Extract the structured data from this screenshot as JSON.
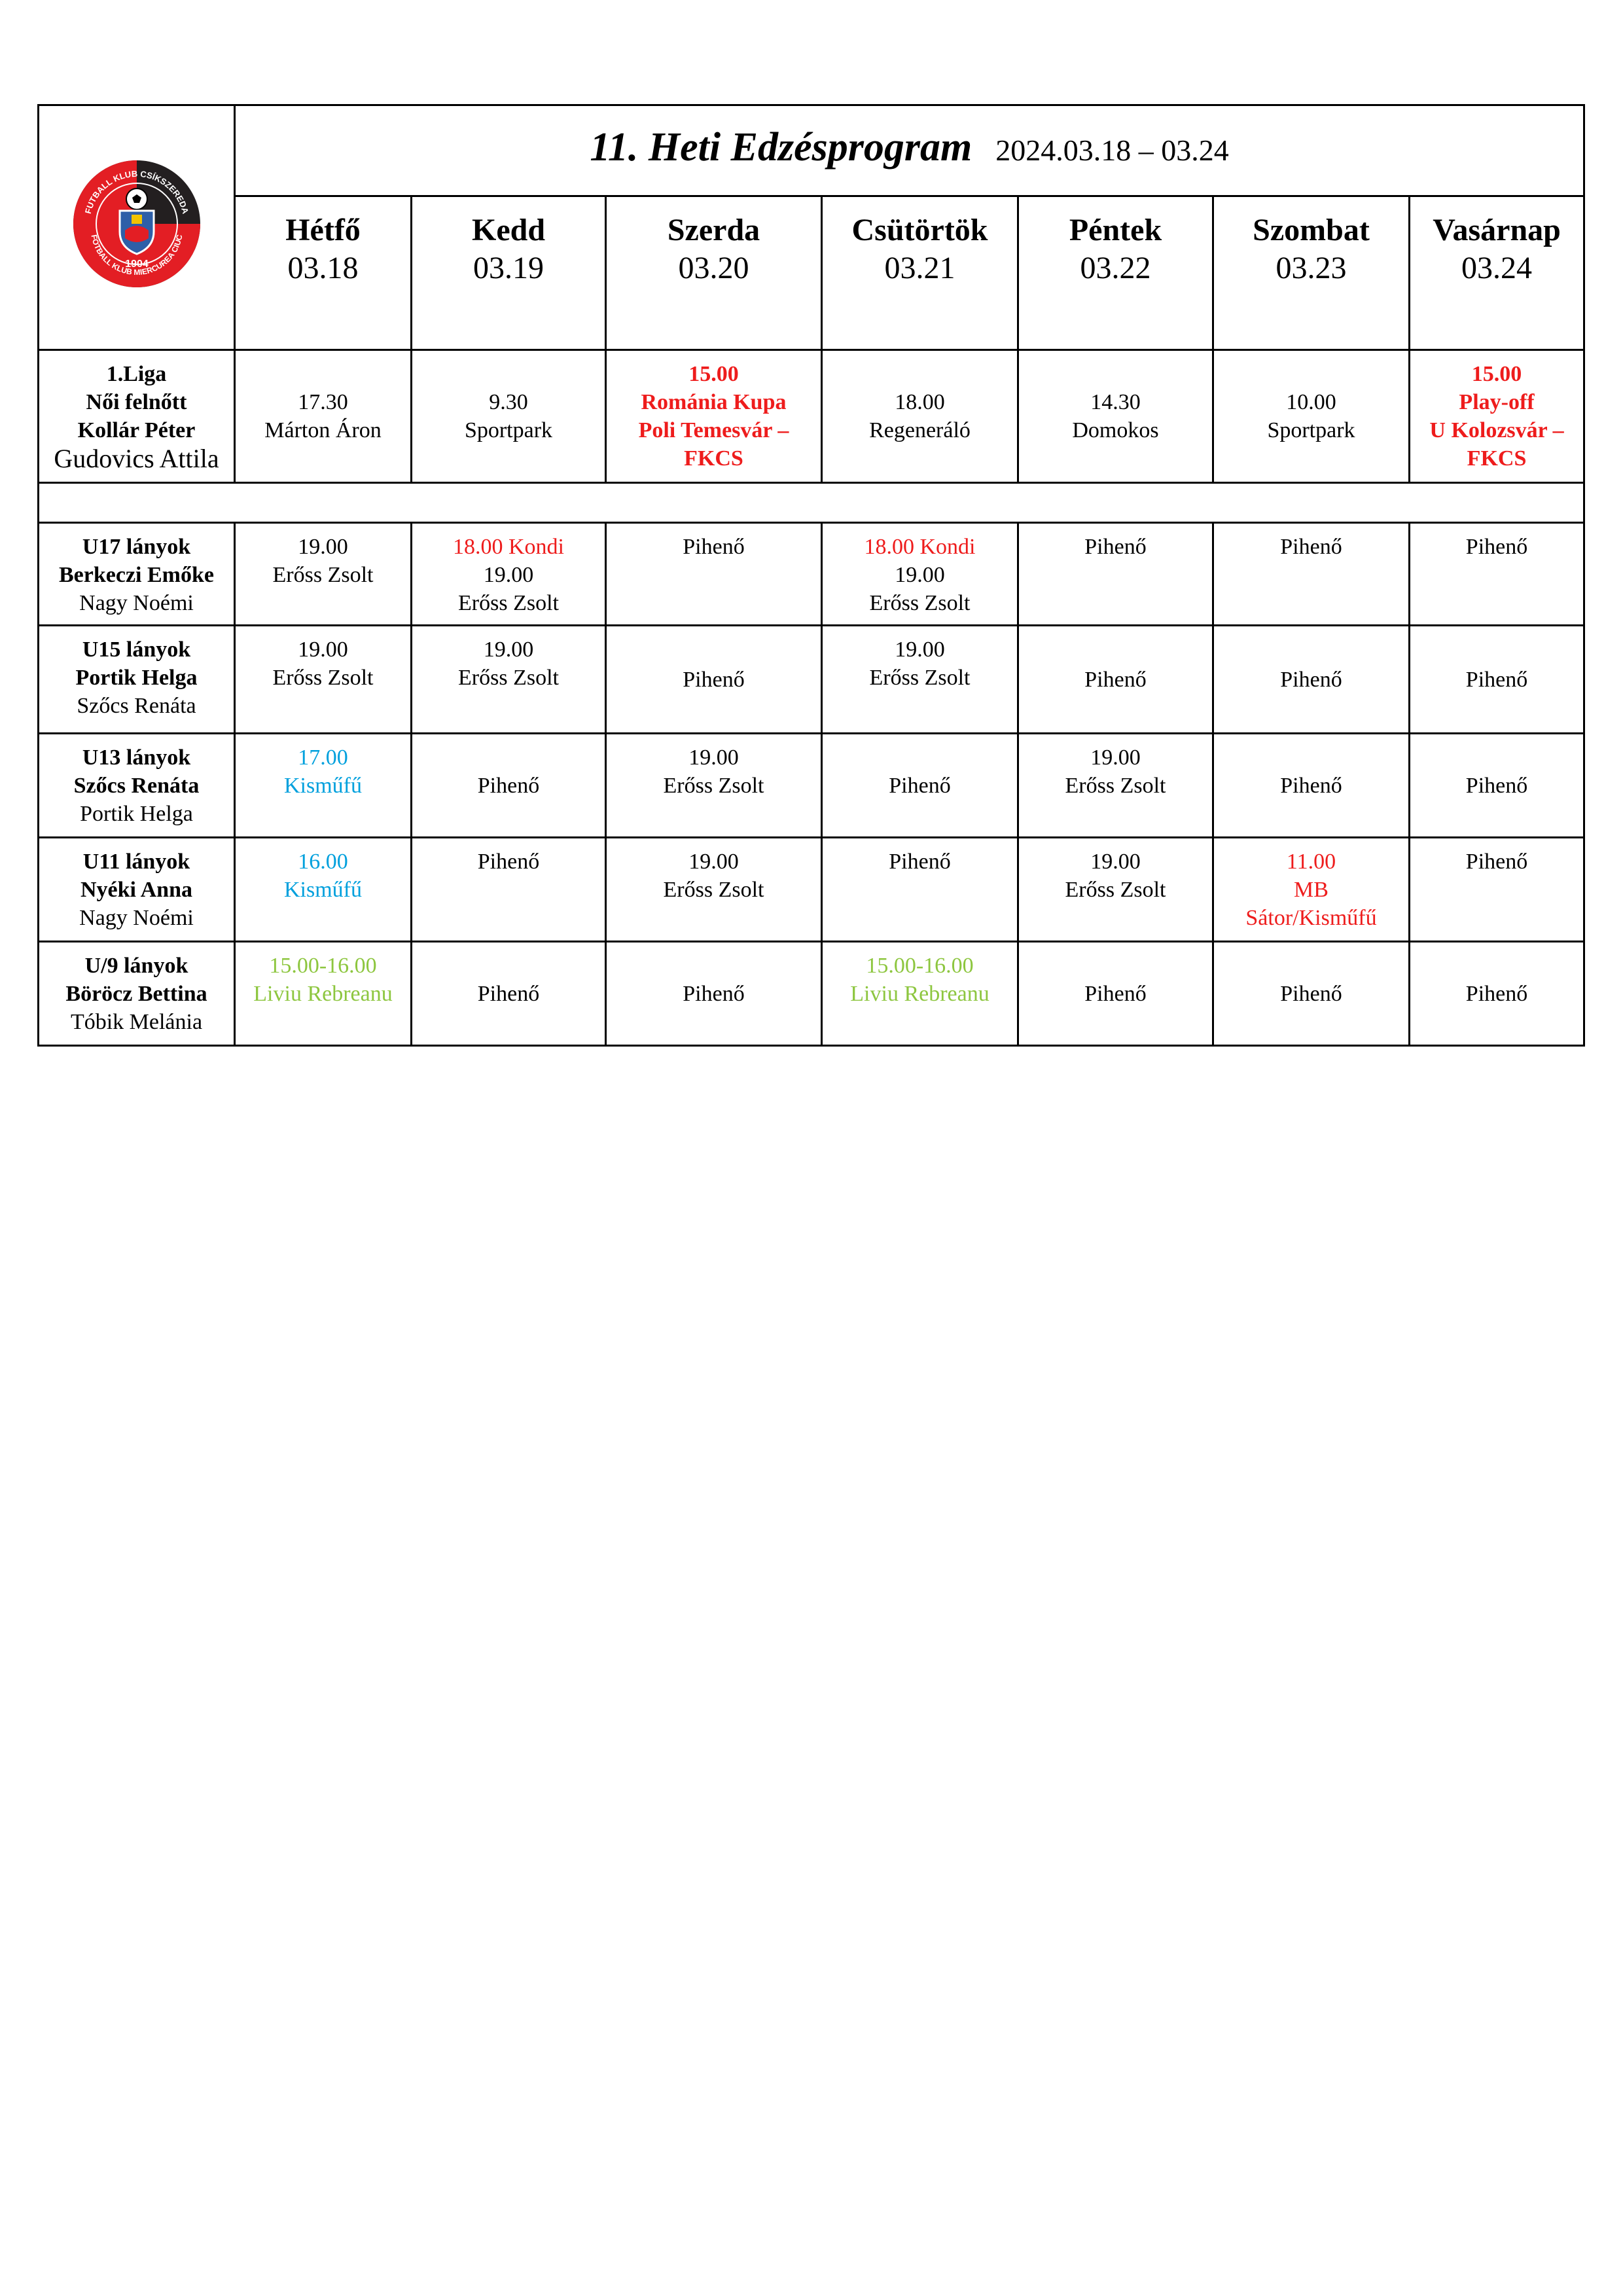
{
  "logo": {
    "text_top": "FUTBALL KLUB CSÍKSZEREDA",
    "text_bottom": "FOTBALL KLUB MIERCUREA CIUC",
    "year": "1904",
    "colors": {
      "red": "#e31e24",
      "black": "#231f20",
      "shield_blue": "#2e5fa8"
    }
  },
  "header": {
    "title": "11. Heti Edzésprogram",
    "date_range": "2024.03.18 – 03.24"
  },
  "days": [
    {
      "name": "Hétfő",
      "date": "03.18"
    },
    {
      "name": "Kedd",
      "date": "03.19"
    },
    {
      "name": "Szerda",
      "date": "03.20"
    },
    {
      "name": "Csütörtök",
      "date": "03.21"
    },
    {
      "name": "Péntek",
      "date": "03.22"
    },
    {
      "name": "Szombat",
      "date": "03.23"
    },
    {
      "name": "Vasárnap",
      "date": "03.24"
    }
  ],
  "rows": {
    "liga": {
      "team": [
        "1.Liga",
        "Női felnőtt",
        "Kollár Péter"
      ],
      "coach": "Gudovics Attila",
      "cells": [
        [
          "17.30",
          "Márton Áron"
        ],
        [
          "9.30",
          "Sportpark"
        ],
        [
          "15.00",
          "Románia Kupa",
          "Poli Temesvár –",
          "FKCS"
        ],
        [
          "18.00",
          "Regeneráló"
        ],
        [
          "14.30",
          "Domokos"
        ],
        [
          "10.00",
          "Sportpark"
        ],
        [
          "15.00",
          "Play-off",
          "U Kolozsvár –",
          "FKCS"
        ]
      ]
    },
    "u17": {
      "team": [
        "U17 lányok",
        "Berkeczi Emőke"
      ],
      "coach": "Nagy Noémi",
      "cells": [
        [
          "19.00",
          "Erőss Zsolt"
        ],
        [
          "18.00 Kondi",
          "19.00",
          "Erőss Zsolt"
        ],
        [
          "Pihenő"
        ],
        [
          "18.00 Kondi",
          "19.00",
          "Erőss Zsolt"
        ],
        [
          "Pihenő"
        ],
        [
          "Pihenő"
        ],
        [
          "Pihenő"
        ]
      ]
    },
    "u15": {
      "team": [
        "U15 lányok",
        "Portik Helga"
      ],
      "coach": "Szőcs Renáta",
      "cells": [
        [
          "19.00",
          "Erőss Zsolt"
        ],
        [
          "19.00",
          "Erőss Zsolt"
        ],
        [
          "Pihenő"
        ],
        [
          "19.00",
          "Erőss Zsolt"
        ],
        [
          "Pihenő"
        ],
        [
          "Pihenő"
        ],
        [
          "Pihenő"
        ]
      ]
    },
    "u13": {
      "team": [
        "U13 lányok",
        "Szőcs Renáta"
      ],
      "coach": "Portik Helga",
      "cells": [
        [
          "17.00",
          "Kisműfű"
        ],
        [
          "Pihenő"
        ],
        [
          "19.00",
          "Erőss Zsolt"
        ],
        [
          "Pihenő"
        ],
        [
          "19.00",
          "Erőss Zsolt"
        ],
        [
          "Pihenő"
        ],
        [
          "Pihenő"
        ]
      ]
    },
    "u11": {
      "team": [
        "U11 lányok",
        "Nyéki Anna"
      ],
      "coach": "Nagy Noémi",
      "cells": [
        [
          "16.00",
          "Kisműfű"
        ],
        [
          "Pihenő"
        ],
        [
          "19.00",
          "Erőss Zsolt"
        ],
        [
          "Pihenő"
        ],
        [
          "19.00",
          "Erőss Zsolt"
        ],
        [
          "11.00",
          "MB",
          "Sátor/Kisműfű"
        ],
        [
          "Pihenő"
        ]
      ]
    },
    "u9": {
      "team": [
        "U/9 lányok",
        "Böröcz Bettina"
      ],
      "coach": "Tóbik Melánia",
      "cells": [
        [
          "15.00-16.00",
          "Liviu Rebreanu"
        ],
        [
          "Pihenő"
        ],
        [
          "Pihenő"
        ],
        [
          "15.00-16.00",
          "Liviu Rebreanu"
        ],
        [
          "Pihenő"
        ],
        [
          "Pihenő"
        ],
        [
          "Pihenő"
        ]
      ]
    }
  },
  "colors": {
    "match": "#ee1c1c",
    "small_pitch": "#00a0dd",
    "u9_training": "#8dc63f",
    "text": "#000000"
  }
}
